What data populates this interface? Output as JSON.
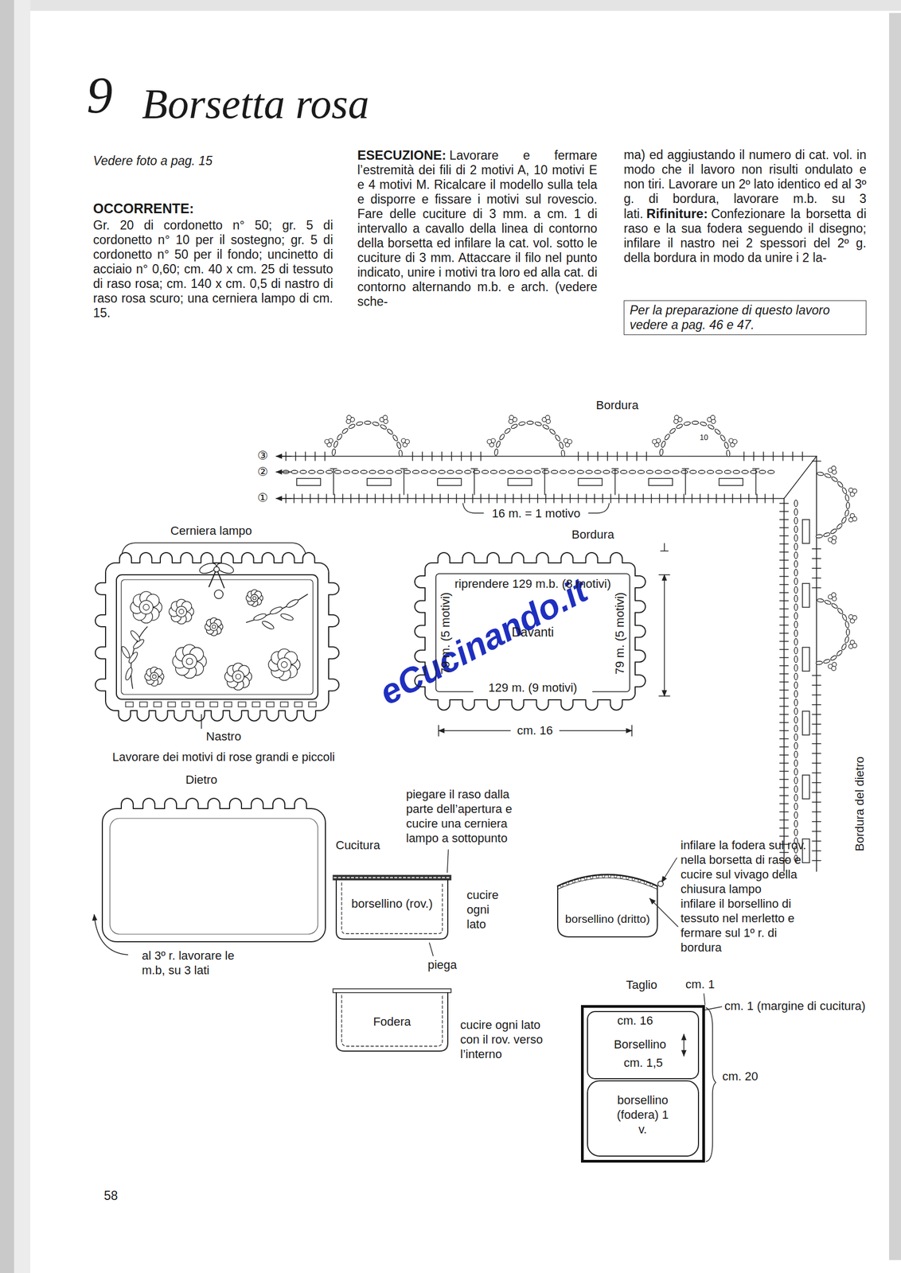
{
  "diagram": {
    "title": "Borsetta rosa",
    "nodes": [
      {
        "text": [
          "Per la preparazione di questo lavoro vedere a pag. 46 e 47."
        ]
      },
      {
        "text": [
          "riprendere 129 m.b. (8 motivi)",
          "79 m. (5 motivi)",
          "Davanti",
          "79 m. (5 motivi)",
          "129 m. (9 motivi)"
        ]
      },
      {
        "text": [
          "Dietro"
        ]
      },
      {
        "text": [
          "borsellino (rov.)"
        ]
      },
      {
        "text": [
          "borsellino (dritto)"
        ]
      },
      {
        "text": [
          "Fodera"
        ]
      },
      {
        "text": [
          "Taglio"
        ]
      },
      {
        "text": [
          "cm. 16",
          "Borsellino",
          "cm. 1,5"
        ],
        "in": 6
      },
      {
        "text": [
          "borsellino (fodera) 1 v."
        ],
        "in": 6
      }
    ],
    "labels": [
      "9",
      "Vedere foto a pag. 15",
      "OCCORRENTE:",
      "Gr. 20 di cordonetto n° 50; gr. 5 di cordonetto n° 10 per il sostegno; gr. 5 di cordonetto n° 50 per il fondo; uncinetto di acciaio n° 0,60; cm. 40 x cm. 25 di tessuto di raso rosa; cm. 140 x cm. 0,5 di nastro di raso rosa scuro; una cerniera lampo di cm. 15.",
      "ESECUZIONE:",
      "Lavorare e fermare l’estremità dei fili di 2 motivi A, 10 motivi E e 4 motivi M. Ricalcare il modello sulla tela e disporre e fissare i motivi sul rovescio. Fare delle cuciture di 3 mm. a cm. 1 di intervallo a cavallo della linea di contorno della borsetta ed infilare la cat. vol. sotto le cuciture di 3 mm. Attaccare il filo nel punto indicato, unire i motivi tra loro ed alla cat. di contorno alternando m.b. e arch. (vedere sche-",
      "ma) ed aggiustando il numero di cat. vol. in modo che il lavoro non risulti ondulato e non tiri. Lavorare un 2º lato identico ed al 3º g. di bordura, lavorare m.b. su 3 lati.",
      "Rifiniture:",
      "Confezionare la borsetta di raso e la sua fodera seguendo il disegno; infilare il nastro nei 2 spessori del 2º g. della bordura in modo da unire i 2 la-",
      "Bordura",
      "10",
      "③",
      "②",
      "①",
      "16 m. = 1 motivo",
      "Bordura del dietro",
      "Cerniera lampo",
      "Bordura",
      "cm. 16",
      "eCucinando.it",
      "Nastro",
      "Lavorare dei motivi di rose grandi e piccoli",
      "al 3º r. lavorare le m.b, su 3 lati",
      "piegare il raso dalla parte dell’apertura e cucire una cerniera lampo a sottopunto",
      "Cucitura",
      "cucire ogni lato",
      "piega",
      "cucire ogni lato con il rov. verso l’interno",
      "infilare la fodera sul rov. nella borsetta di raso e cucire sul vivago della chiusura lampo",
      "infilare il borsellino di tessuto nel merletto e fermare sul 1º r. di bordura",
      "cm. 1",
      "cm. 1 (margine di cucitura)",
      "cm. 20",
      "58"
    ]
  }
}
